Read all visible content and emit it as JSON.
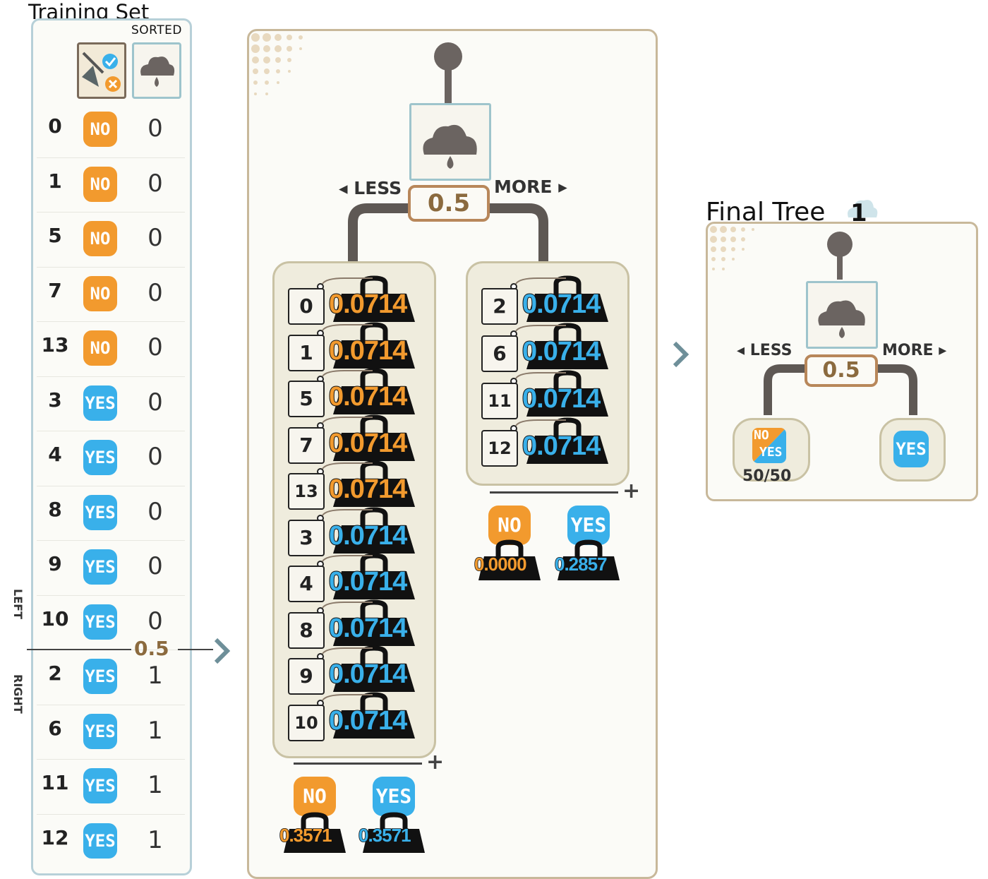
{
  "training_set": {
    "title": "Training Set",
    "sorted_label": "SORTED",
    "header_icons": [
      "golf-decision-icon",
      "rain-cloud-icon"
    ],
    "rows": [
      {
        "id": "0",
        "label": "NO",
        "value": "0"
      },
      {
        "id": "1",
        "label": "NO",
        "value": "0"
      },
      {
        "id": "5",
        "label": "NO",
        "value": "0"
      },
      {
        "id": "7",
        "label": "NO",
        "value": "0"
      },
      {
        "id": "13",
        "label": "NO",
        "value": "0"
      },
      {
        "id": "3",
        "label": "YES",
        "value": "0"
      },
      {
        "id": "4",
        "label": "YES",
        "value": "0"
      },
      {
        "id": "8",
        "label": "YES",
        "value": "0"
      },
      {
        "id": "9",
        "label": "YES",
        "value": "0"
      },
      {
        "id": "10",
        "label": "YES",
        "value": "0"
      },
      {
        "id": "2",
        "label": "YES",
        "value": "1"
      },
      {
        "id": "6",
        "label": "YES",
        "value": "1"
      },
      {
        "id": "11",
        "label": "YES",
        "value": "1"
      },
      {
        "id": "12",
        "label": "YES",
        "value": "1"
      }
    ],
    "split": {
      "value": "0.5",
      "left_label": "LEFT",
      "right_label": "RIGHT"
    }
  },
  "split_node": {
    "icon": "rain-cloud-icon",
    "less_label": "LESS",
    "more_label": "MORE",
    "threshold": "0.5",
    "left_items": [
      {
        "id": "0",
        "weight": "0.0714",
        "cls": "NO"
      },
      {
        "id": "1",
        "weight": "0.0714",
        "cls": "NO"
      },
      {
        "id": "5",
        "weight": "0.0714",
        "cls": "NO"
      },
      {
        "id": "7",
        "weight": "0.0714",
        "cls": "NO"
      },
      {
        "id": "13",
        "weight": "0.0714",
        "cls": "NO"
      },
      {
        "id": "3",
        "weight": "0.0714",
        "cls": "YES"
      },
      {
        "id": "4",
        "weight": "0.0714",
        "cls": "YES"
      },
      {
        "id": "8",
        "weight": "0.0714",
        "cls": "YES"
      },
      {
        "id": "9",
        "weight": "0.0714",
        "cls": "YES"
      },
      {
        "id": "10",
        "weight": "0.0714",
        "cls": "YES"
      }
    ],
    "right_items": [
      {
        "id": "2",
        "weight": "0.0714",
        "cls": "YES"
      },
      {
        "id": "6",
        "weight": "0.0714",
        "cls": "YES"
      },
      {
        "id": "11",
        "weight": "0.0714",
        "cls": "YES"
      },
      {
        "id": "12",
        "weight": "0.0714",
        "cls": "YES"
      }
    ],
    "left_sum": {
      "no_label": "NO",
      "no_weight": "0.3571",
      "yes_label": "YES",
      "yes_weight": "0.3571"
    },
    "right_sum": {
      "no_label": "NO",
      "no_weight": "0.0000",
      "yes_label": "YES",
      "yes_weight": "0.2857"
    }
  },
  "final_tree": {
    "title": "Final Tree",
    "number": "1",
    "less_label": "LESS",
    "more_label": "MORE",
    "threshold": "0.5",
    "left_leaf": {
      "no_label": "NO",
      "yes_label": "YES",
      "ratio": "50/50"
    },
    "right_leaf": {
      "label": "YES"
    }
  },
  "colors": {
    "no": "#f29a2e",
    "yes": "#39b0ea",
    "accent": "#b8875a",
    "frame": "#c8b89a"
  }
}
